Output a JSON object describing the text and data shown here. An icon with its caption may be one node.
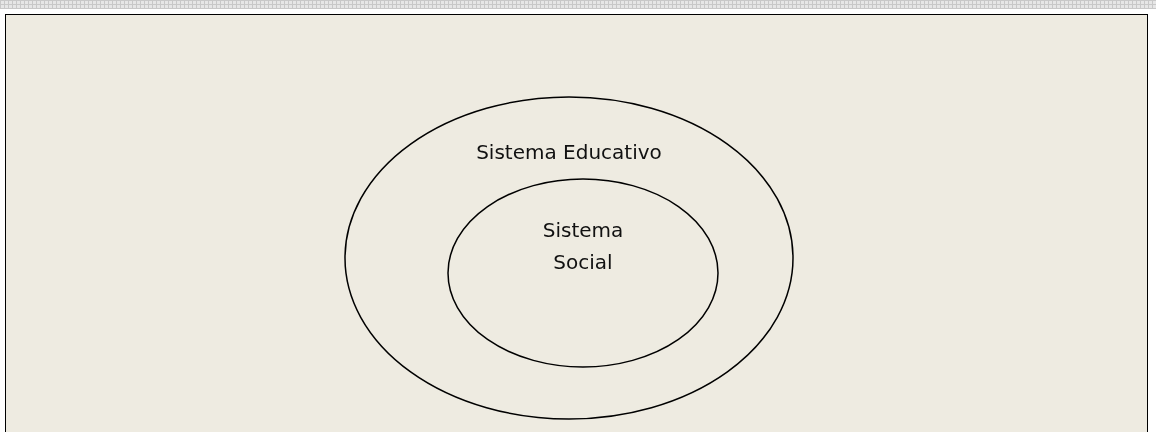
{
  "diagram": {
    "nodes": [
      {
        "text": [
          "Sistema Educativo"
        ]
      },
      {
        "text": [
          "Sistema Social"
        ],
        "in": 0
      }
    ]
  }
}
